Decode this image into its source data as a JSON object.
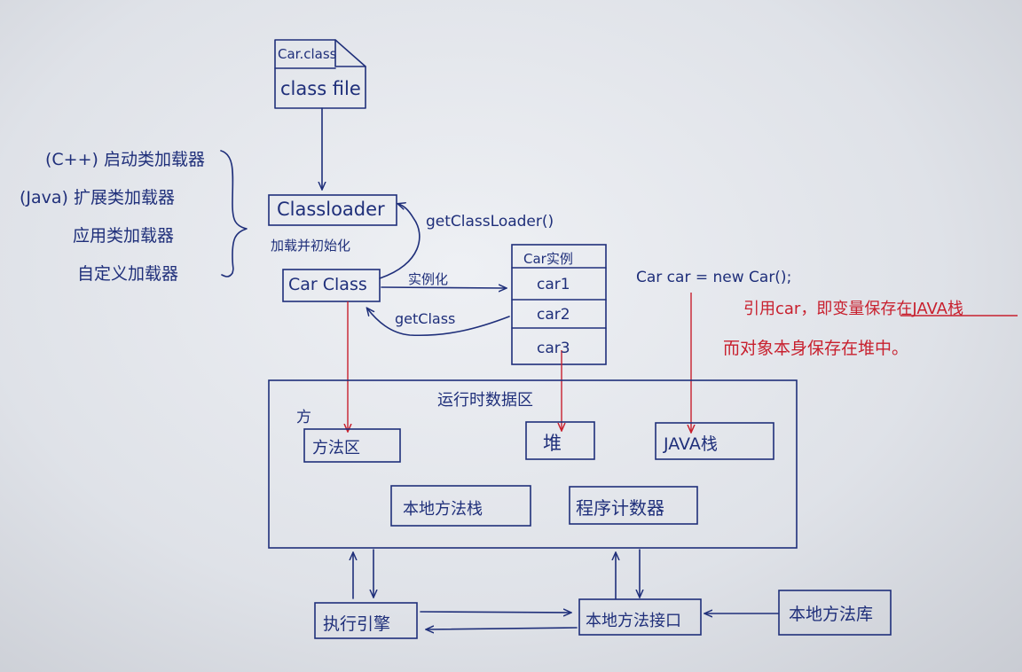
{
  "class_file": {
    "top": "Car.class",
    "bottom": "class file"
  },
  "classloader": {
    "label": "Classloader",
    "init_note": "加载并初始化",
    "get_loader": "getClassLoader()"
  },
  "loaders": [
    "(C++) 启动类加载器",
    "(Java) 扩展类加载器",
    "应用类加载器",
    "自定义加载器"
  ],
  "car_class": {
    "label": "Car Class",
    "instantiate": "实例化",
    "get_class": "getClass"
  },
  "instances": {
    "header": "Car实例",
    "rows": [
      "car1",
      "car2",
      "car3"
    ]
  },
  "code": "Car  car  =  new  Car();",
  "red_note": [
    "引用car，即变量保存在JAVA栈",
    "而对象本身保存在堆中。"
  ],
  "runtime": {
    "title": "运行时数据区",
    "mark": "方",
    "method_area": "方法区",
    "heap": "堆",
    "java_stack": "JAVA栈",
    "native_stack": "本地方法栈",
    "pc": "程序计数器"
  },
  "bottom": {
    "engine": "执行引擎",
    "native_interface": "本地方法接口",
    "native_lib": "本地方法库"
  },
  "colors": {
    "ink": "#1f2f7a",
    "red": "#c8202e"
  }
}
